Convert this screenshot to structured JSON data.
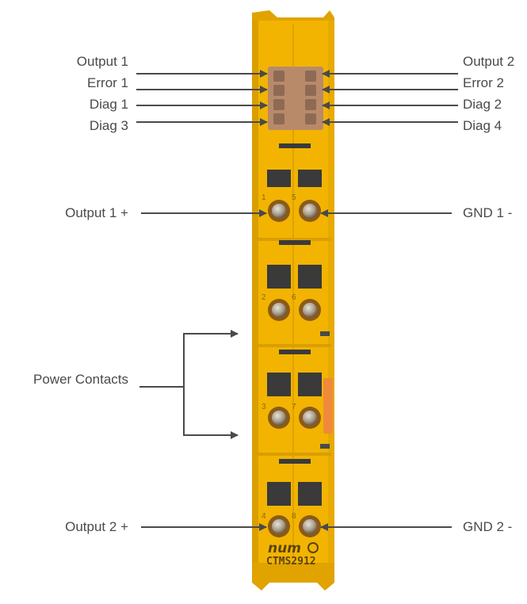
{
  "labels": {
    "output1": "Output 1",
    "error1": "Error 1",
    "diag1": "Diag 1",
    "diag3": "Diag 3",
    "output2": "Output 2",
    "error2": "Error 2",
    "diag2": "Diag 2",
    "diag4": "Diag 4",
    "output1_plus": "Output 1 +",
    "gnd1_minus": "GND 1 -",
    "power_contacts": "Power Contacts",
    "output2_plus": "Output 2 +",
    "gnd2_minus": "GND 2 -"
  },
  "device": {
    "brand": "num",
    "model": "CTMS2912",
    "terminal_numbers": [
      "1",
      "5",
      "2",
      "6",
      "3",
      "7",
      "4",
      "8"
    ]
  },
  "colors": {
    "housing": "#f2b400",
    "housing_dark": "#c98f00",
    "label_text": "#4a4a4a",
    "leader_line": "#4a4a4a",
    "led_window": "#b88a6a",
    "release_tab": "#f08a3a"
  }
}
